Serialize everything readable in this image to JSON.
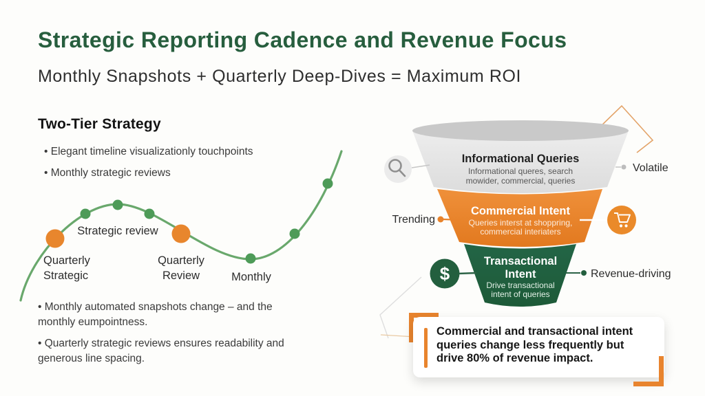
{
  "colors": {
    "brand_green": "#275e3e",
    "funnel_green": "#20603f",
    "accent_orange": "#e8842e",
    "tier_gray": "#e4e4e4",
    "timeline_green": "#69a86c",
    "text_dark": "#2b2b2b"
  },
  "header": {
    "title": "Strategic Reporting Cadence and Revenue Focus",
    "subtitle": "Monthly Snapshots + Quarterly Deep-Dives = Maximum ROI"
  },
  "left": {
    "heading": "Two-Tier Strategy",
    "bullets_top": [
      "• Elegant timeline visualizationly touchpoints",
      "• Monthly strategic reviews"
    ],
    "para1_lines": [
      "• Monthly automated snapshots change – and the",
      "monthly eumpointness."
    ],
    "para2_lines": [
      "• Quarterly strategic reviews ensures readability and",
      "generous line spacing."
    ],
    "timeline_labels": {
      "strategic_review": "Strategic review",
      "q1_line1": "Quarterly",
      "q1_line2": "Strategic",
      "q2_line1": "Quarterly",
      "q2_line2": "Review",
      "monthly": "Monthly"
    }
  },
  "funnel": {
    "tier1": {
      "title": "Informational Queries",
      "sub1": "Informational queres, search",
      "sub2": "mowider, commercial, queries",
      "label": "Volatile"
    },
    "tier2": {
      "title": "Commercial Intent",
      "sub1": "Queries interst at shoppring,",
      "sub2": "commercial interiaters",
      "label": "Trending"
    },
    "tier3": {
      "title_line1": "Transactional",
      "title_line2": "Intent",
      "sub1": "Drive transactional",
      "sub2": "intent of queries",
      "label": "Revenue-driving"
    },
    "dollar": "$"
  },
  "callout": {
    "lines": [
      "Commercial and transactional intent",
      "queries change less frequently but",
      "drive 80% of revenue impact."
    ]
  }
}
